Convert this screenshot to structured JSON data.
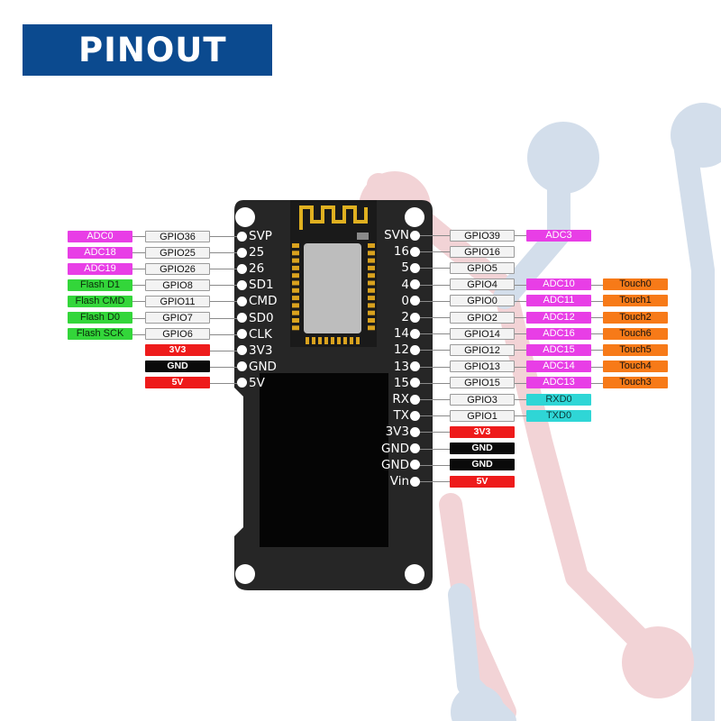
{
  "title": "PINOUT",
  "colors": {
    "banner": "#0b4a8f",
    "board": "#262626",
    "gpio": "#f3f3f3",
    "adc": "#e83ee6",
    "flash": "#33d63a",
    "touch": "#f77a18",
    "uart": "#2fd6d6",
    "power": "#ee1b1b",
    "ground": "#0a0a0a"
  },
  "left_pins": [
    {
      "name": "SVP",
      "labels": [
        {
          "text": "ADC0",
          "kind": "adc"
        },
        {
          "text": "GPIO36",
          "kind": "gpio"
        }
      ]
    },
    {
      "name": "25",
      "labels": [
        {
          "text": "ADC18",
          "kind": "adc"
        },
        {
          "text": "GPIO25",
          "kind": "gpio"
        }
      ]
    },
    {
      "name": "26",
      "labels": [
        {
          "text": "ADC19",
          "kind": "adc"
        },
        {
          "text": "GPIO26",
          "kind": "gpio"
        }
      ]
    },
    {
      "name": "SD1",
      "labels": [
        {
          "text": "Flash D1",
          "kind": "flash"
        },
        {
          "text": "GPIO8",
          "kind": "gpio"
        }
      ]
    },
    {
      "name": "CMD",
      "labels": [
        {
          "text": "Flash CMD",
          "kind": "flash"
        },
        {
          "text": "GPIO11",
          "kind": "gpio"
        }
      ]
    },
    {
      "name": "SD0",
      "labels": [
        {
          "text": "Flash D0",
          "kind": "flash"
        },
        {
          "text": "GPIO7",
          "kind": "gpio"
        }
      ]
    },
    {
      "name": "CLK",
      "labels": [
        {
          "text": "Flash SCK",
          "kind": "flash"
        },
        {
          "text": "GPIO6",
          "kind": "gpio"
        }
      ]
    },
    {
      "name": "3V3",
      "labels": [
        {
          "text": "3V3",
          "kind": "power"
        }
      ]
    },
    {
      "name": "GND",
      "labels": [
        {
          "text": "GND",
          "kind": "ground"
        }
      ]
    },
    {
      "name": "5V",
      "labels": [
        {
          "text": "5V",
          "kind": "power"
        }
      ]
    }
  ],
  "right_pins": [
    {
      "name": "SVN",
      "labels": [
        {
          "text": "GPIO39",
          "kind": "gpio"
        },
        {
          "text": "ADC3",
          "kind": "adc"
        }
      ]
    },
    {
      "name": "16",
      "labels": [
        {
          "text": "GPIO16",
          "kind": "gpio"
        }
      ]
    },
    {
      "name": "5",
      "labels": [
        {
          "text": "GPIO5",
          "kind": "gpio"
        }
      ]
    },
    {
      "name": "4",
      "labels": [
        {
          "text": "GPIO4",
          "kind": "gpio"
        },
        {
          "text": "ADC10",
          "kind": "adc"
        },
        {
          "text": "Touch0",
          "kind": "touch"
        }
      ]
    },
    {
      "name": "0",
      "labels": [
        {
          "text": "GPIO0",
          "kind": "gpio"
        },
        {
          "text": "ADC11",
          "kind": "adc"
        },
        {
          "text": "Touch1",
          "kind": "touch"
        }
      ]
    },
    {
      "name": "2",
      "labels": [
        {
          "text": "GPIO2",
          "kind": "gpio"
        },
        {
          "text": "ADC12",
          "kind": "adc"
        },
        {
          "text": "Touch2",
          "kind": "touch"
        }
      ]
    },
    {
      "name": "14",
      "labels": [
        {
          "text": "GPIO14",
          "kind": "gpio"
        },
        {
          "text": "ADC16",
          "kind": "adc"
        },
        {
          "text": "Touch6",
          "kind": "touch"
        }
      ]
    },
    {
      "name": "12",
      "labels": [
        {
          "text": "GPIO12",
          "kind": "gpio"
        },
        {
          "text": "ADC15",
          "kind": "adc"
        },
        {
          "text": "Touch5",
          "kind": "touch"
        }
      ]
    },
    {
      "name": "13",
      "labels": [
        {
          "text": "GPIO13",
          "kind": "gpio"
        },
        {
          "text": "ADC14",
          "kind": "adc"
        },
        {
          "text": "Touch4",
          "kind": "touch"
        }
      ]
    },
    {
      "name": "15",
      "labels": [
        {
          "text": "GPIO15",
          "kind": "gpio"
        },
        {
          "text": "ADC13",
          "kind": "adc"
        },
        {
          "text": "Touch3",
          "kind": "touch"
        }
      ]
    },
    {
      "name": "RX",
      "labels": [
        {
          "text": "GPIO3",
          "kind": "gpio"
        },
        {
          "text": "RXD0",
          "kind": "uart"
        }
      ]
    },
    {
      "name": "TX",
      "labels": [
        {
          "text": "GPIO1",
          "kind": "gpio"
        },
        {
          "text": "TXD0",
          "kind": "uart"
        }
      ]
    },
    {
      "name": "3V3",
      "labels": [
        {
          "text": "3V3",
          "kind": "power"
        }
      ]
    },
    {
      "name": "GND",
      "labels": [
        {
          "text": "GND",
          "kind": "ground"
        }
      ]
    },
    {
      "name": "GND",
      "labels": [
        {
          "text": "GND",
          "kind": "ground"
        }
      ]
    },
    {
      "name": "Vin",
      "labels": [
        {
          "text": "5V",
          "kind": "power"
        }
      ]
    }
  ]
}
